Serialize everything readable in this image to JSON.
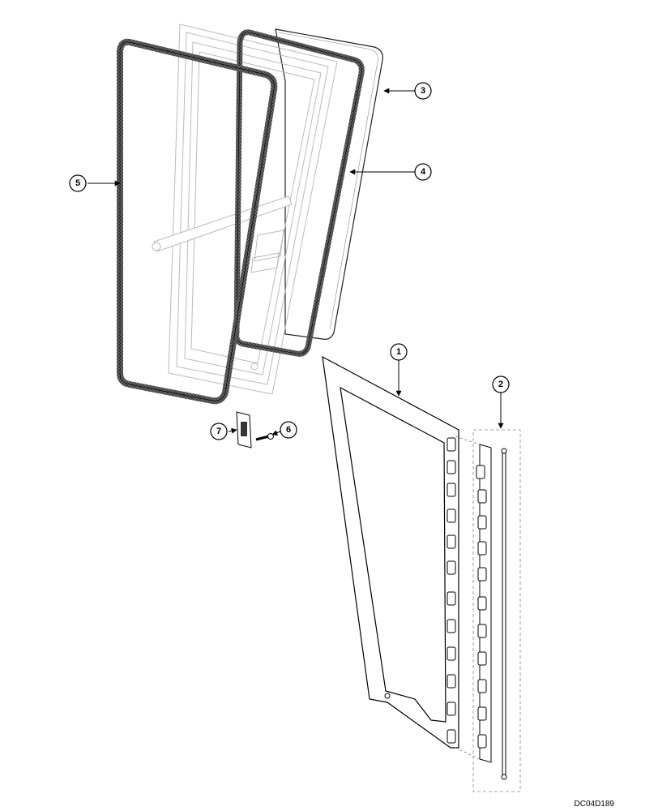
{
  "diagram": {
    "drawing_code": "DC04D189",
    "callouts": [
      {
        "id": "c1",
        "label": "1"
      },
      {
        "id": "c2",
        "label": "2"
      },
      {
        "id": "c3",
        "label": "3"
      },
      {
        "id": "c4",
        "label": "4"
      },
      {
        "id": "c5",
        "label": "5"
      },
      {
        "id": "c6",
        "label": "6"
      },
      {
        "id": "c7",
        "label": "7"
      }
    ]
  }
}
